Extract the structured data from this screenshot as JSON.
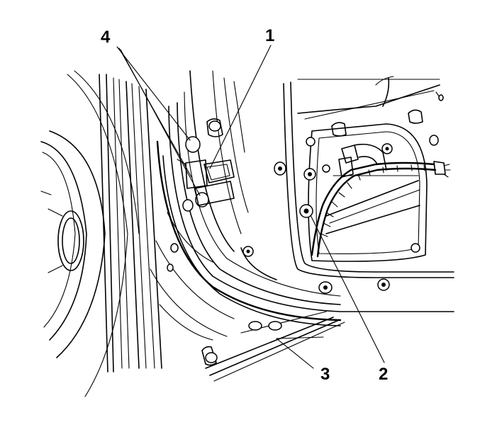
{
  "callouts": [
    {
      "id": "4",
      "label": "4"
    },
    {
      "id": "1",
      "label": "1"
    },
    {
      "id": "3",
      "label": "3"
    },
    {
      "id": "2",
      "label": "2"
    }
  ]
}
